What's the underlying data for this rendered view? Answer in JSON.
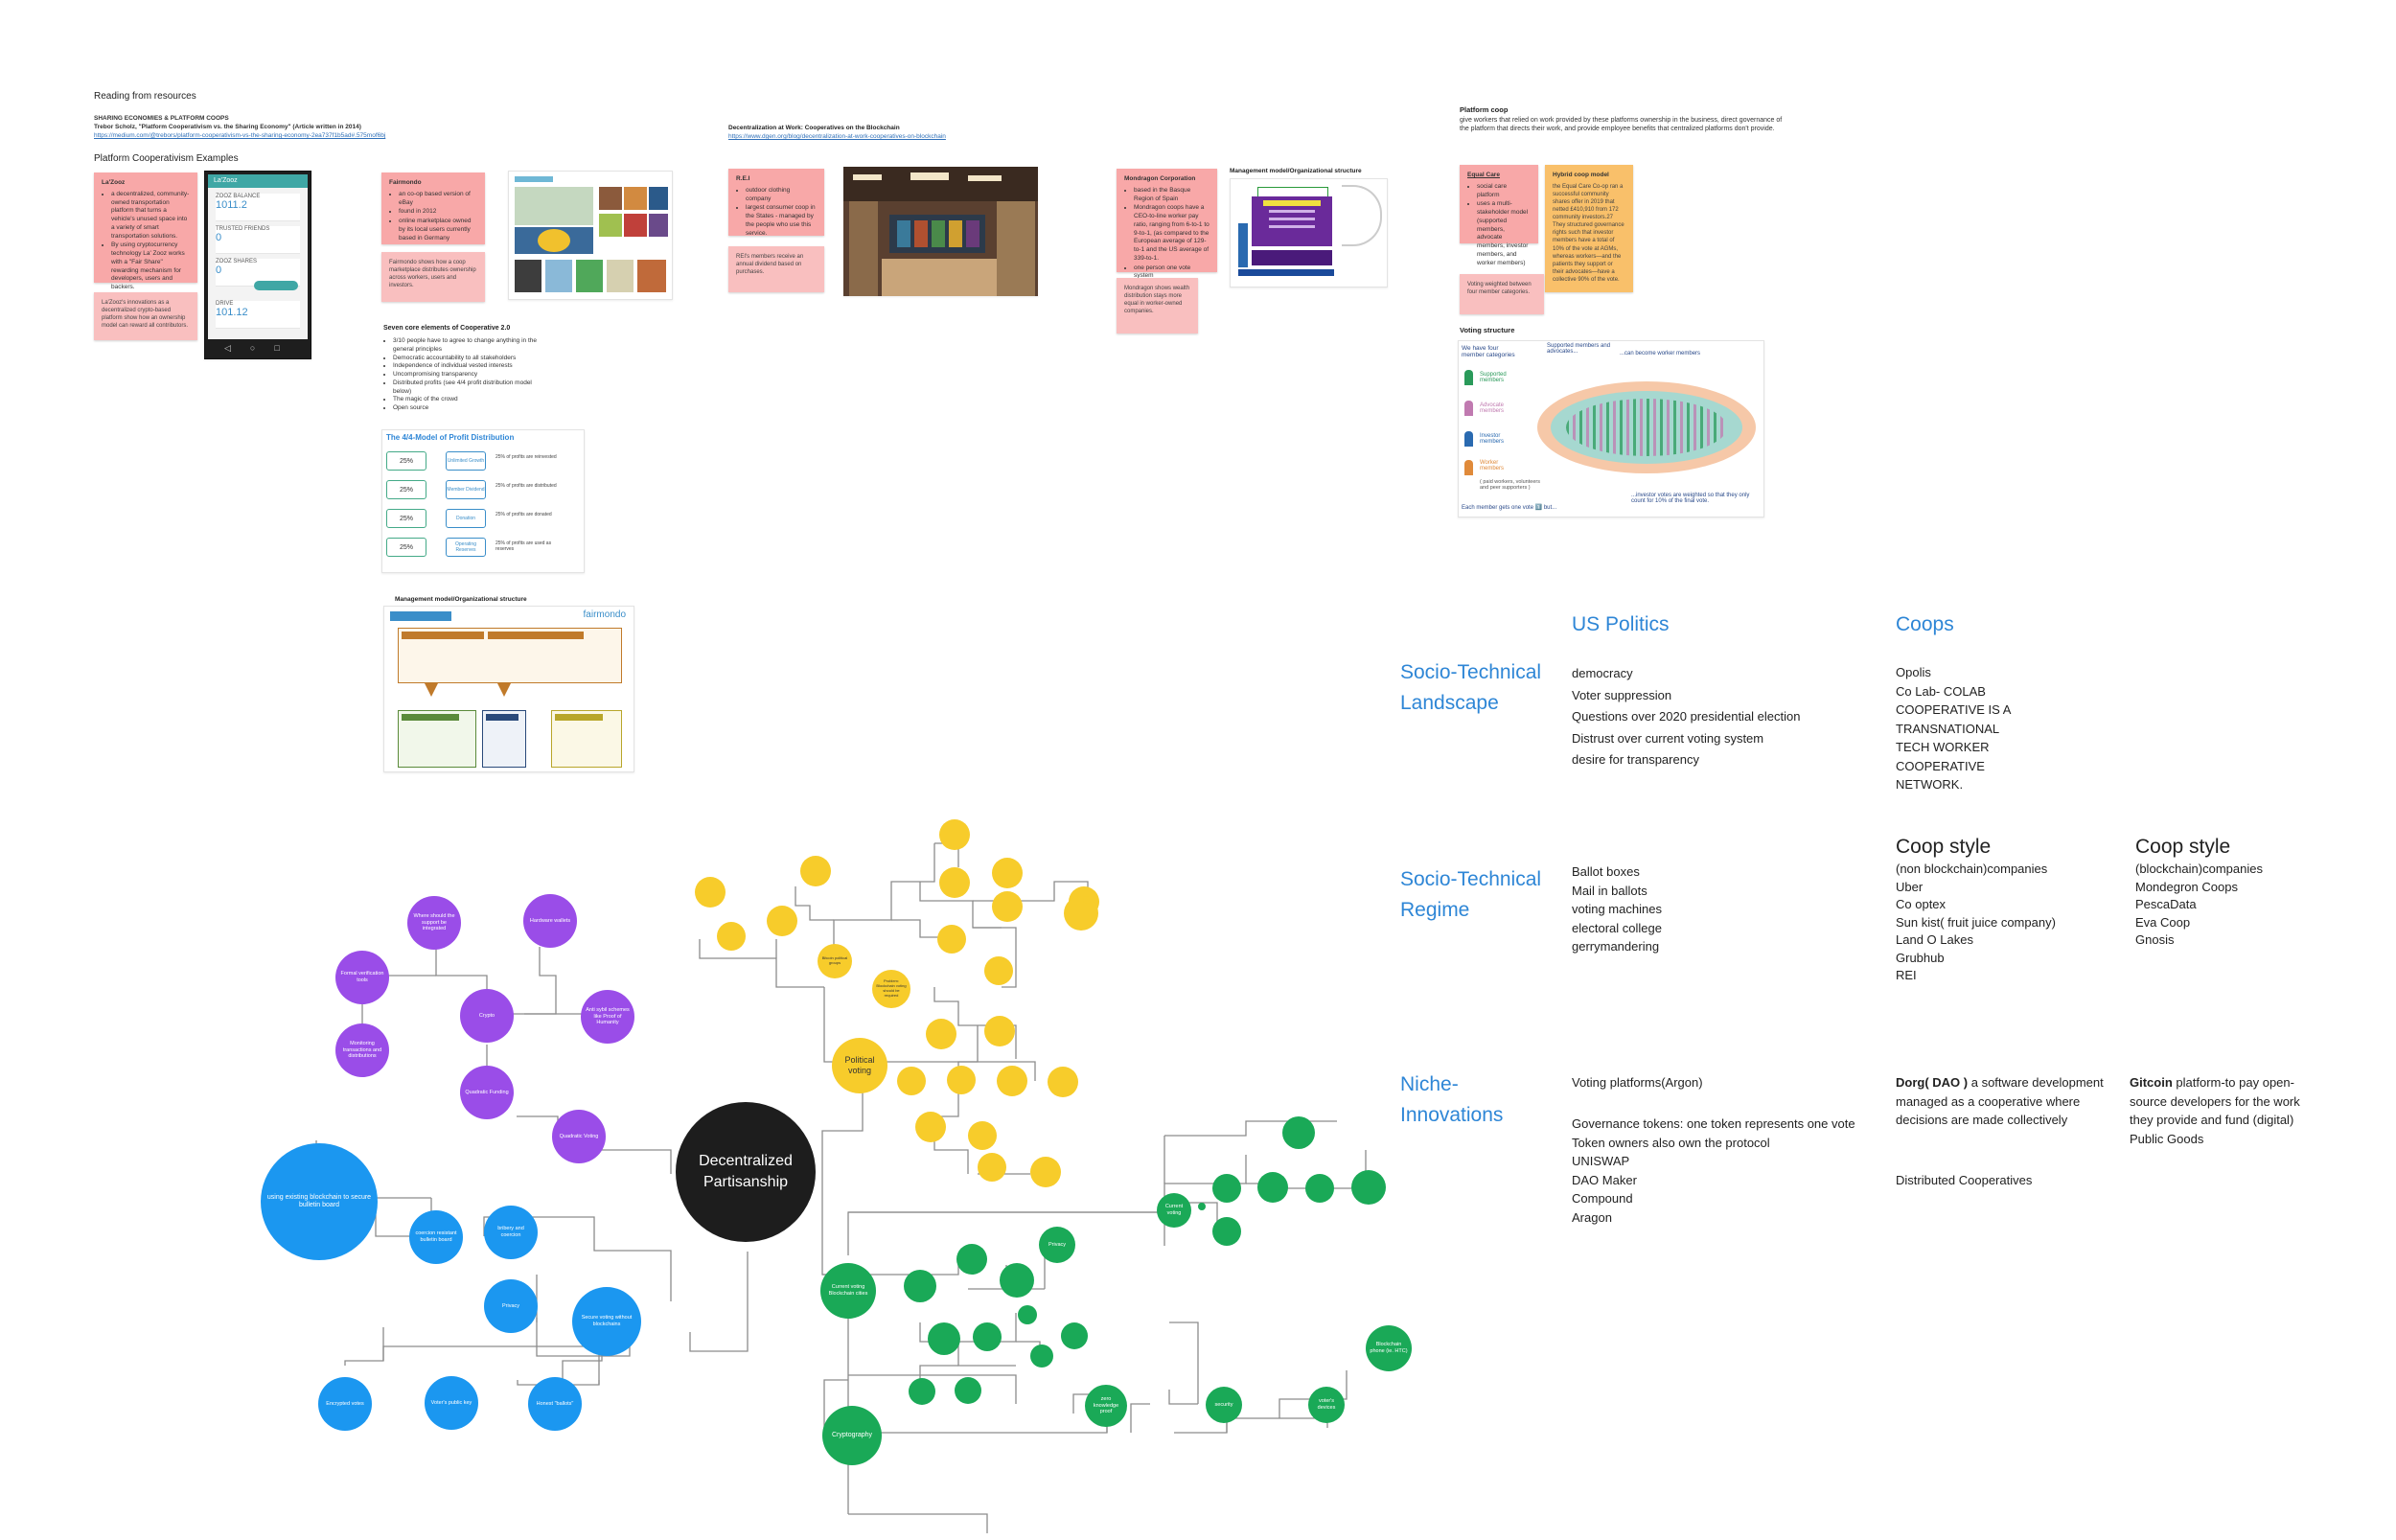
{
  "colors": {
    "purple": "#9a4de8",
    "blue": "#1b97f0",
    "yellow": "#f7cc2b",
    "green": "#1aa957",
    "black": "#1d1d1d",
    "sticky_pink": "#f8a8a8",
    "sticky_orange": "#f9c06a",
    "accent_blue": "#2e86d6"
  },
  "resources": {
    "heading": "Reading from resources",
    "sharing_kicker": "SHARING ECONOMIES & PLATFORM COOPS",
    "sharing_title": "Trebor Scholz, \"Platform Cooperativism vs. the Sharing Economy\" (Article written in 2014)",
    "sharing_url": "https://medium.com/@trebors/platform-cooperativism-vs-the-sharing-economy-2ea737f1b5ad#.575mof6bj",
    "examples_title": "Platform Cooperativism Examples",
    "lazooz_title": "La'Zooz",
    "lazooz_points": [
      "a decentralized, community-owned transportation platform that turns a vehicle's unused space into a variety of smart transportation solutions.",
      "By using cryptocurrency technology La' Zooz works with a \"Fair Share\" rewarding mechanism for developers, users and backers."
    ],
    "lazooz_findings": "La'Zooz's innovations as a decentralized crypto-based platform show how an ownership model can reward all contributors.",
    "phone_app": "La'Zooz",
    "phone_stats": [
      {
        "label": "ZOOZ BALANCE",
        "value": "1011.2"
      },
      {
        "label": "TRUSTED FRIENDS",
        "value": "0"
      },
      {
        "label": "ZOOZ SHARES",
        "value": "0"
      },
      {
        "label": "DRIVE",
        "value": "101.12"
      }
    ],
    "fairmondo_title": "Fairmondo",
    "fairmondo_points": [
      "an co-op based version of eBay",
      "found in 2012",
      "online marketplace owned by its local users currently based in Germany"
    ],
    "fairmondo_findings": "Fairmondo shows how a coop marketplace distributes ownership across workers, users and investors.",
    "seven_title": "Seven core elements of Cooperative 2.0",
    "seven_items": [
      "3/10 people have to agree to change anything in the general principles",
      "Democratic accountability to all stakeholders",
      "Independence of individual vested interests",
      "Uncompromising transparency",
      "Distributed profits (see 4/4 profit distribution model below)",
      "The magic of the crowd",
      "Open source"
    ],
    "profit_title": "The 4/4-Model of Profit Distribution",
    "profit_rows": [
      {
        "pct": "25%",
        "mid": "Unlimited Growth",
        "txt": "25% of profits are reinvested"
      },
      {
        "pct": "25%",
        "mid": "Member Dividend",
        "txt": "25% of profits are distributed"
      },
      {
        "pct": "25%",
        "mid": "Donation",
        "txt": "25% of profits are donated"
      },
      {
        "pct": "25%",
        "mid": "Operating Reserves",
        "txt": "25% of profits are used as reserves"
      }
    ],
    "mgmt_title": "Management model/Organizational structure",
    "fairmondo_brand": "fairmondo",
    "decentral_title": "Decentralization at Work: Cooperatives on the Blockchain",
    "decentral_url": "https://www.dgen.org/blog/decentralization-at-work-cooperatives-on-blockchain",
    "rei_title": "R.E.I",
    "rei_points": [
      "outdoor clothing company",
      "largest consumer coop in the States - managed by the people who use this service."
    ],
    "rei_findings": "REI's members receive an annual dividend based on purchases.",
    "mondragon_title": "Mondragon Corporation",
    "mondragon_points": [
      "based in the Basque Region of Spain",
      "Mondragon coops have a CEO-to-line worker pay ratio, ranging from 6-to-1 to 9-to-1, (as compared to the European average of 129-to-1 and the US average of 339-to-1.",
      "one person one vote system"
    ],
    "mondragon_findings": "Mondragon shows wealth distribution stays more equal in worker-owned companies.",
    "mondragon_mgmt_title": "Management model/Organizational structure",
    "platform_coop_title": "Platform coop",
    "platform_coop_desc": "give workers that relied on work provided by these platforms ownership in the business, direct governance of the platform that directs their work, and provide employee benefits that centralized platforms don't provide.",
    "equalcare_title": "Equal Care",
    "equalcare_points": [
      "social care platform",
      "uses a multi-stakeholder model (supported members, advocate members, investor members, and worker members)"
    ],
    "hybrid_title": "Hybrid coop model",
    "hybrid_text": "the Equal Care Co-op ran a successful community shares offer in 2019 that netted £410,910 from 172 community investors.27 They structured governance rights such that investor members have a total of 10% of the vote at AGMs, whereas workers—and the patients they support or their advocates—have a collective 90% of the vote.",
    "equalcare_findings": "Voting weighted between four member categories.",
    "voting_title": "Voting structure",
    "voting_intro": "We have four member categories",
    "voting_categories": [
      "Supported members",
      "Advocate members",
      "Investor members",
      "Worker members"
    ],
    "voting_note": "( paid workers, volunteers and peer supporters )",
    "voting_top_a": "Supported members and advocates...",
    "voting_top_b": "...can become worker members",
    "voting_bottom": "Each member gets one vote 1️⃣ but...",
    "voting_investor": "...investor votes are weighted so that they only count for 10% of the final vote."
  },
  "matrix": {
    "col_us": "US Politics",
    "col_coops": "Coops",
    "row1_label": "Socio-Technical Landscape",
    "row1_us": [
      "democracy",
      "Voter suppression",
      "Questions over 2020 presidential election",
      "Distrust over current voting system",
      "desire for transparency"
    ],
    "row1_coops": [
      "Opolis",
      "Co Lab- COLAB",
      "COOPERATIVE IS A",
      "TRANSNATIONAL",
      "TECH WORKER",
      "COOPERATIVE",
      "NETWORK."
    ],
    "row2_label": "Socio-Technical Regime",
    "row2_us": [
      "Ballot boxes",
      "Mail in ballots",
      "voting machines",
      "electoral college",
      "gerrymandering"
    ],
    "coop_style_a_title": "Coop style",
    "coop_style_a": [
      "(non blockchain)companies",
      "Uber",
      "Co optex",
      "Sun kist( fruit juice company)",
      "Land O Lakes",
      "Grubhub",
      "REI"
    ],
    "coop_style_b_title": "Coop style",
    "coop_style_b": [
      "(blockchain)companies",
      "Mondegron Coops",
      "PescaData",
      "Eva Coop",
      "Gnosis"
    ],
    "row3_label": "Niche-Innovations",
    "row3_us_a": "Voting platforms(Argon)",
    "row3_us_b": [
      "Governance tokens: one token represents one vote",
      "Token owners also own the protocol",
      "UNISWAP",
      "DAO Maker",
      "Compound",
      "Aragon"
    ],
    "dorg_bold": "Dorg( DAO )",
    "dorg_text": " a software development managed as a cooperative where decisions are made collectively",
    "distributed": "Distributed Cooperatives",
    "gitcoin_bold": "Gitcoin",
    "gitcoin_text": " platform-to pay open-source developers for the work they provide and fund (digital) Public Goods"
  },
  "mindmap": {
    "center": "Decentralized Partisanship",
    "purple": {
      "crypto": "Crypto",
      "hardware_wallets": "Hardware wallets",
      "quadratic_funding": "Quadratic Funding",
      "quadratic_voting": "Quadratic Voting",
      "formal_verification": "Formal verification tools",
      "proof_of_humanity": "Anti sybil schemes like Proof of Humanity",
      "pa": "Where should the support be integrated",
      "pb": "Monitoring transactions and distributions"
    },
    "blue": {
      "big": "using existing blockchain to secure bulletin board",
      "coercion_resistant": "coercion resistant bulletin board",
      "bribery": "bribery and coercion",
      "privacy": "Privacy",
      "secure_voting": "Secure voting without blockchains",
      "encrypted_votes": "Encrypted votes",
      "voter_key": "Voter's public key",
      "ballots": "Honest \"ballots\""
    },
    "yellow": {
      "political_voting": "Political voting",
      "bitcoin": "Bitcoin political groups",
      "problem": "Problem: Blockchain voting should be required"
    },
    "green": {
      "current_voting": "Current voting Blockchain cities",
      "cryptography": "Cryptography",
      "privacy": "Privacy",
      "zero_knowledge": "zero knowledge proof",
      "security": "security",
      "voter_devices": "voter's devices",
      "blockchain_phone": "Blockchain phone (ie. HTC)",
      "current_voting_b": "Current voting"
    }
  }
}
